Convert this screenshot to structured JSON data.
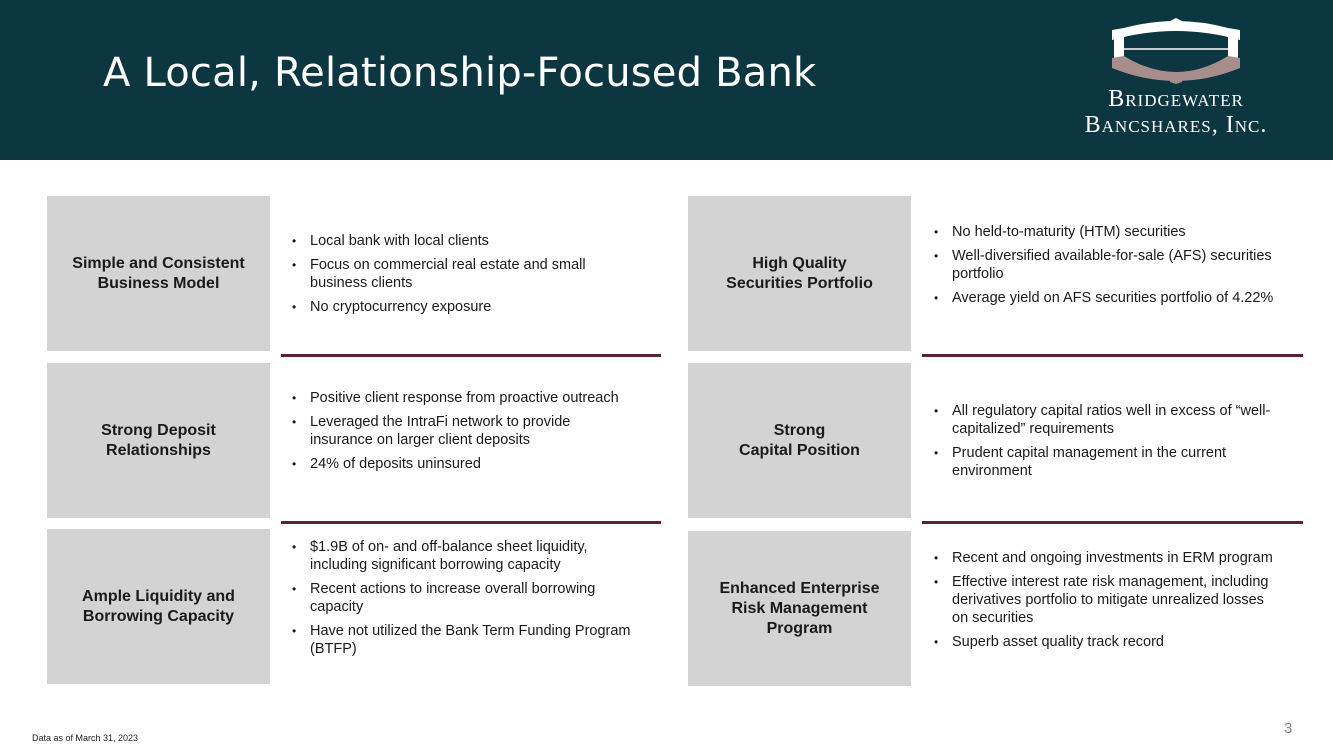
{
  "header": {
    "title": "A Local, Relationship-Focused Bank",
    "logo": {
      "line1": "Bridgewater",
      "line2": "Bancshares, Inc.",
      "icon": "bridgewater-arch-logo"
    }
  },
  "colors": {
    "header_bg": "#0c3640",
    "label_bg": "#d3d3d3",
    "divider": "#5a2238"
  },
  "cards": [
    {
      "label": "Simple and Consistent\nBusiness Model",
      "bullets": [
        "Local bank with local clients",
        "Focus on commercial real estate and small business clients",
        "No cryptocurrency exposure"
      ]
    },
    {
      "label": "High Quality\nSecurities Portfolio",
      "bullets": [
        "No held-to-maturity (HTM) securities",
        "Well-diversified available-for-sale (AFS) securities portfolio",
        "Average yield on AFS securities portfolio of 4.22%"
      ]
    },
    {
      "label": "Strong Deposit\nRelationships",
      "bullets": [
        "Positive client response from proactive outreach",
        "Leveraged the IntraFi network to provide insurance on larger client deposits",
        "24% of deposits uninsured"
      ]
    },
    {
      "label": "Strong\nCapital Position",
      "bullets": [
        "All regulatory capital ratios well in excess of “well-capitalized” requirements",
        "Prudent capital management in the current environment"
      ]
    },
    {
      "label": "Ample Liquidity and\nBorrowing Capacity",
      "bullets": [
        "$1.9B of on- and off-balance sheet liquidity, including significant borrowing capacity",
        "Recent actions to increase overall borrowing capacity",
        "Have not utilized the Bank Term Funding Program (BTFP)"
      ]
    },
    {
      "label": "Enhanced Enterprise\nRisk Management\nProgram",
      "bullets": [
        "Recent and ongoing investments in ERM program",
        "Effective interest rate risk management, including derivatives portfolio to mitigate unrealized losses on securities",
        "Superb asset quality track record"
      ]
    }
  ],
  "footer": {
    "note": "Data as of March 31, 2023",
    "page_number": "3"
  }
}
